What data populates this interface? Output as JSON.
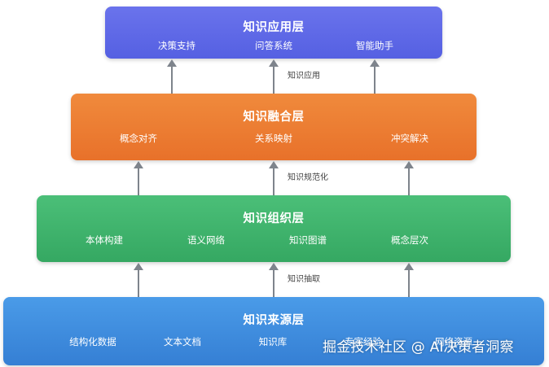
{
  "layers": {
    "application": {
      "title": "知识应用层",
      "items": [
        "决策支持",
        "问答系统",
        "智能助手"
      ]
    },
    "fusion": {
      "title": "知识融合层",
      "items": [
        "概念对齐",
        "关系映射",
        "冲突解决"
      ]
    },
    "organization": {
      "title": "知识组织层",
      "items": [
        "本体构建",
        "语义网络",
        "知识图谱",
        "概念层次"
      ]
    },
    "source": {
      "title": "知识来源层",
      "items": [
        "结构化数据",
        "文本文档",
        "知识库",
        "专家经验",
        "网络资源"
      ]
    }
  },
  "edge_labels": {
    "application": "知识应用",
    "normalization": "知识规范化",
    "extraction": "知识抽取"
  },
  "colors": {
    "application": "#5a64e6",
    "fusion": "#ec7a30",
    "organization": "#3fb56d",
    "source": "#3f8ee0",
    "arrow": "#7e848c"
  },
  "watermark": "掘金技术社区 @ AI决策者洞察"
}
